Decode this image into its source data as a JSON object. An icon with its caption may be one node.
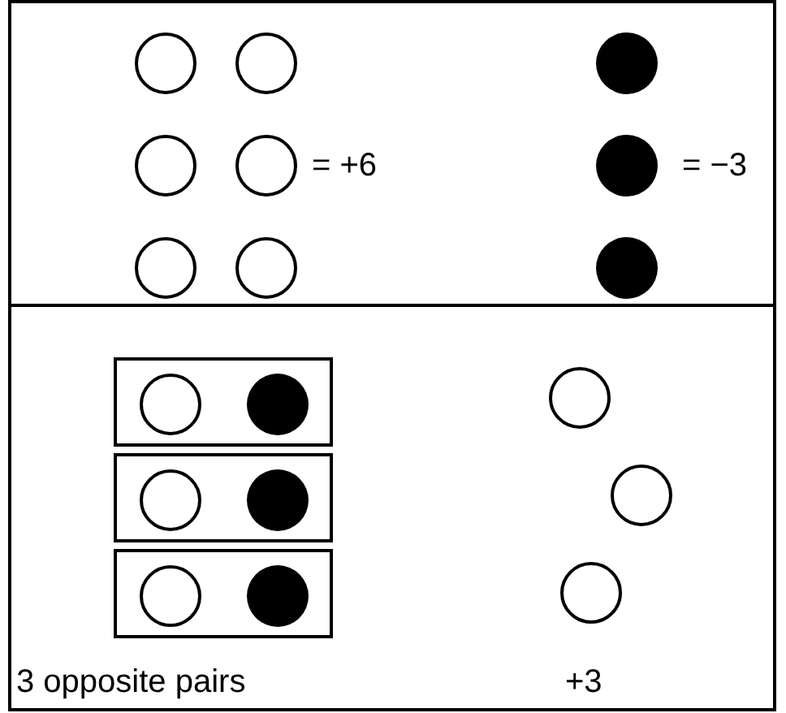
{
  "diagram": {
    "nodes": [
      {
        "text": [
          "= +6",
          "= −3"
        ]
      },
      {
        "text": [],
        "shape": "circle",
        "in": 0
      },
      {
        "text": [],
        "shape": "circle",
        "in": 0
      },
      {
        "text": [],
        "shape": "dot",
        "in": 0
      },
      {
        "text": [],
        "shape": "circle",
        "in": 0
      },
      {
        "text": [],
        "shape": "circle",
        "in": 0
      },
      {
        "text": [],
        "shape": "dot",
        "in": 0
      },
      {
        "text": [],
        "shape": "circle",
        "in": 0
      },
      {
        "text": [],
        "shape": "circle",
        "in": 0
      },
      {
        "text": [],
        "shape": "dot",
        "in": 0
      },
      {
        "text": [
          "3 opposite pairs",
          "+3"
        ]
      },
      {
        "text": [],
        "shape": "box",
        "in": 10
      },
      {
        "text": [],
        "shape": "circle",
        "in": 11
      },
      {
        "text": [],
        "shape": "dot",
        "in": 11
      },
      {
        "text": [],
        "shape": "circle",
        "in": 10
      },
      {
        "text": [],
        "shape": "box",
        "in": 10
      },
      {
        "text": [],
        "shape": "circle",
        "in": 15
      },
      {
        "text": [],
        "shape": "dot",
        "in": 15
      },
      {
        "text": [],
        "shape": "circle",
        "in": 10
      },
      {
        "text": [],
        "shape": "box",
        "in": 10
      },
      {
        "text": [],
        "shape": "circle",
        "in": 19
      },
      {
        "text": [],
        "shape": "dot",
        "in": 19
      },
      {
        "text": [],
        "shape": "circle",
        "in": 10
      }
    ]
  }
}
